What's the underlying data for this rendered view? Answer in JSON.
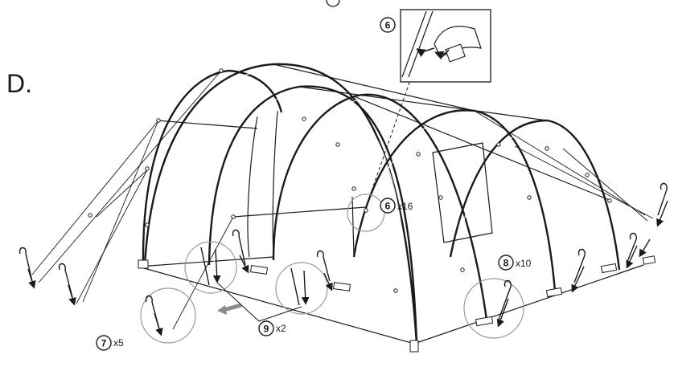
{
  "section": "D.",
  "callouts": [
    {
      "id": "6",
      "number": "6",
      "quantity": ""
    },
    {
      "id": "6b",
      "number": "6",
      "quantity": "x16"
    },
    {
      "id": "8",
      "number": "8",
      "quantity": "x10"
    },
    {
      "id": "9",
      "number": "9",
      "quantity": "x2"
    },
    {
      "id": "7",
      "number": "7",
      "quantity": "x5"
    }
  ],
  "colors": {
    "line": "#1a1a1a",
    "detail_circle": "#9a9a9a",
    "arrow_grey": "#8a8a8a"
  }
}
